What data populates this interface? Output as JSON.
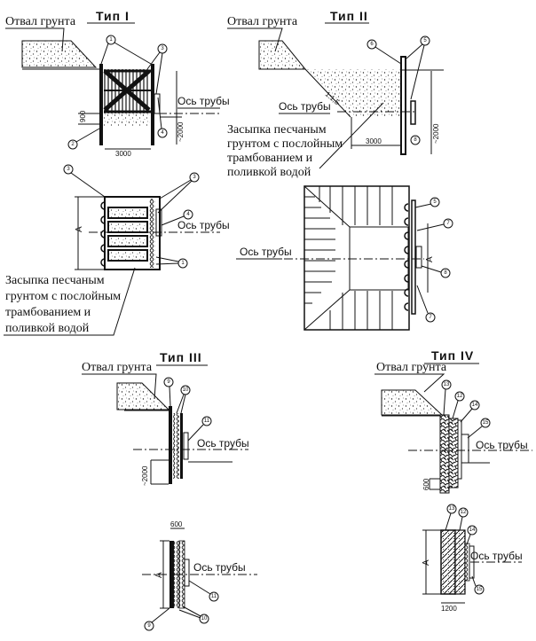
{
  "figures": {
    "type1": {
      "title": "Тип I",
      "spoil_label": "Отвал грунта",
      "axis_label": "Ось трубы",
      "dims": {
        "width": "3000",
        "depth": "900",
        "height": "~2000"
      },
      "markers": [
        "1",
        "2",
        "3",
        "4"
      ]
    },
    "type1_plan": {
      "axis_label": "Ось трубы",
      "dim_label": "A",
      "backfill_note": [
        "Засыпка песчаным",
        "грунтом с послойным",
        "трамбованием и",
        "поливкой водой"
      ],
      "markers": [
        "3",
        "3",
        "4",
        "1"
      ]
    },
    "type2": {
      "title": "Тип II",
      "spoil_label": "Отвал грунта",
      "axis_label": "Ось трубы",
      "slope_label": "1:1,5",
      "dims": {
        "width": "3000",
        "height": "~2000"
      },
      "backfill_note": [
        "Засыпка песчаным",
        "грунтом с послойным",
        "трамбованием и",
        "поливкой водой"
      ],
      "markers": [
        "6",
        "5",
        "8"
      ]
    },
    "type2_plan": {
      "axis_label": "Ось трубы",
      "dim_label": "A",
      "markers": [
        "5",
        "7",
        "8",
        "7"
      ]
    },
    "type3": {
      "title": "Тип III",
      "spoil_label": "Отвал грунта",
      "axis_label": "Ось трубы",
      "dims": {
        "height": "~2000"
      },
      "markers": [
        "9",
        "10",
        "11"
      ]
    },
    "type3_plan": {
      "axis_label": "Ось трубы",
      "dim_label": "A",
      "dims": {
        "width": "600"
      },
      "markers": [
        "11",
        "9",
        "10"
      ]
    },
    "type4": {
      "title": "Тип IV",
      "spoil_label": "Отвал грунта",
      "axis_label": "Ось трубы",
      "dims": {
        "depth": "600"
      },
      "markers": [
        "13",
        "12",
        "14",
        "15"
      ]
    },
    "type4_plan": {
      "axis_label": "Ось трубы",
      "dim_label": "A",
      "dims": {
        "width": "1200"
      },
      "markers": [
        "13",
        "12",
        "14",
        "15"
      ]
    }
  }
}
